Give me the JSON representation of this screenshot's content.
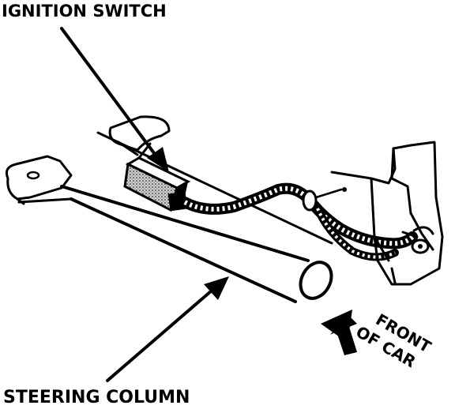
{
  "labels": {
    "ignition_switch": "IGNITION SWITCH",
    "steering_column": "STEERING COLUMN",
    "front_of_car_line1": "FRONT",
    "front_of_car_line2": "OF CAR"
  },
  "colors": {
    "ink": "#000000",
    "background": "#ffffff",
    "switch_fill": "#b8b8b8"
  }
}
